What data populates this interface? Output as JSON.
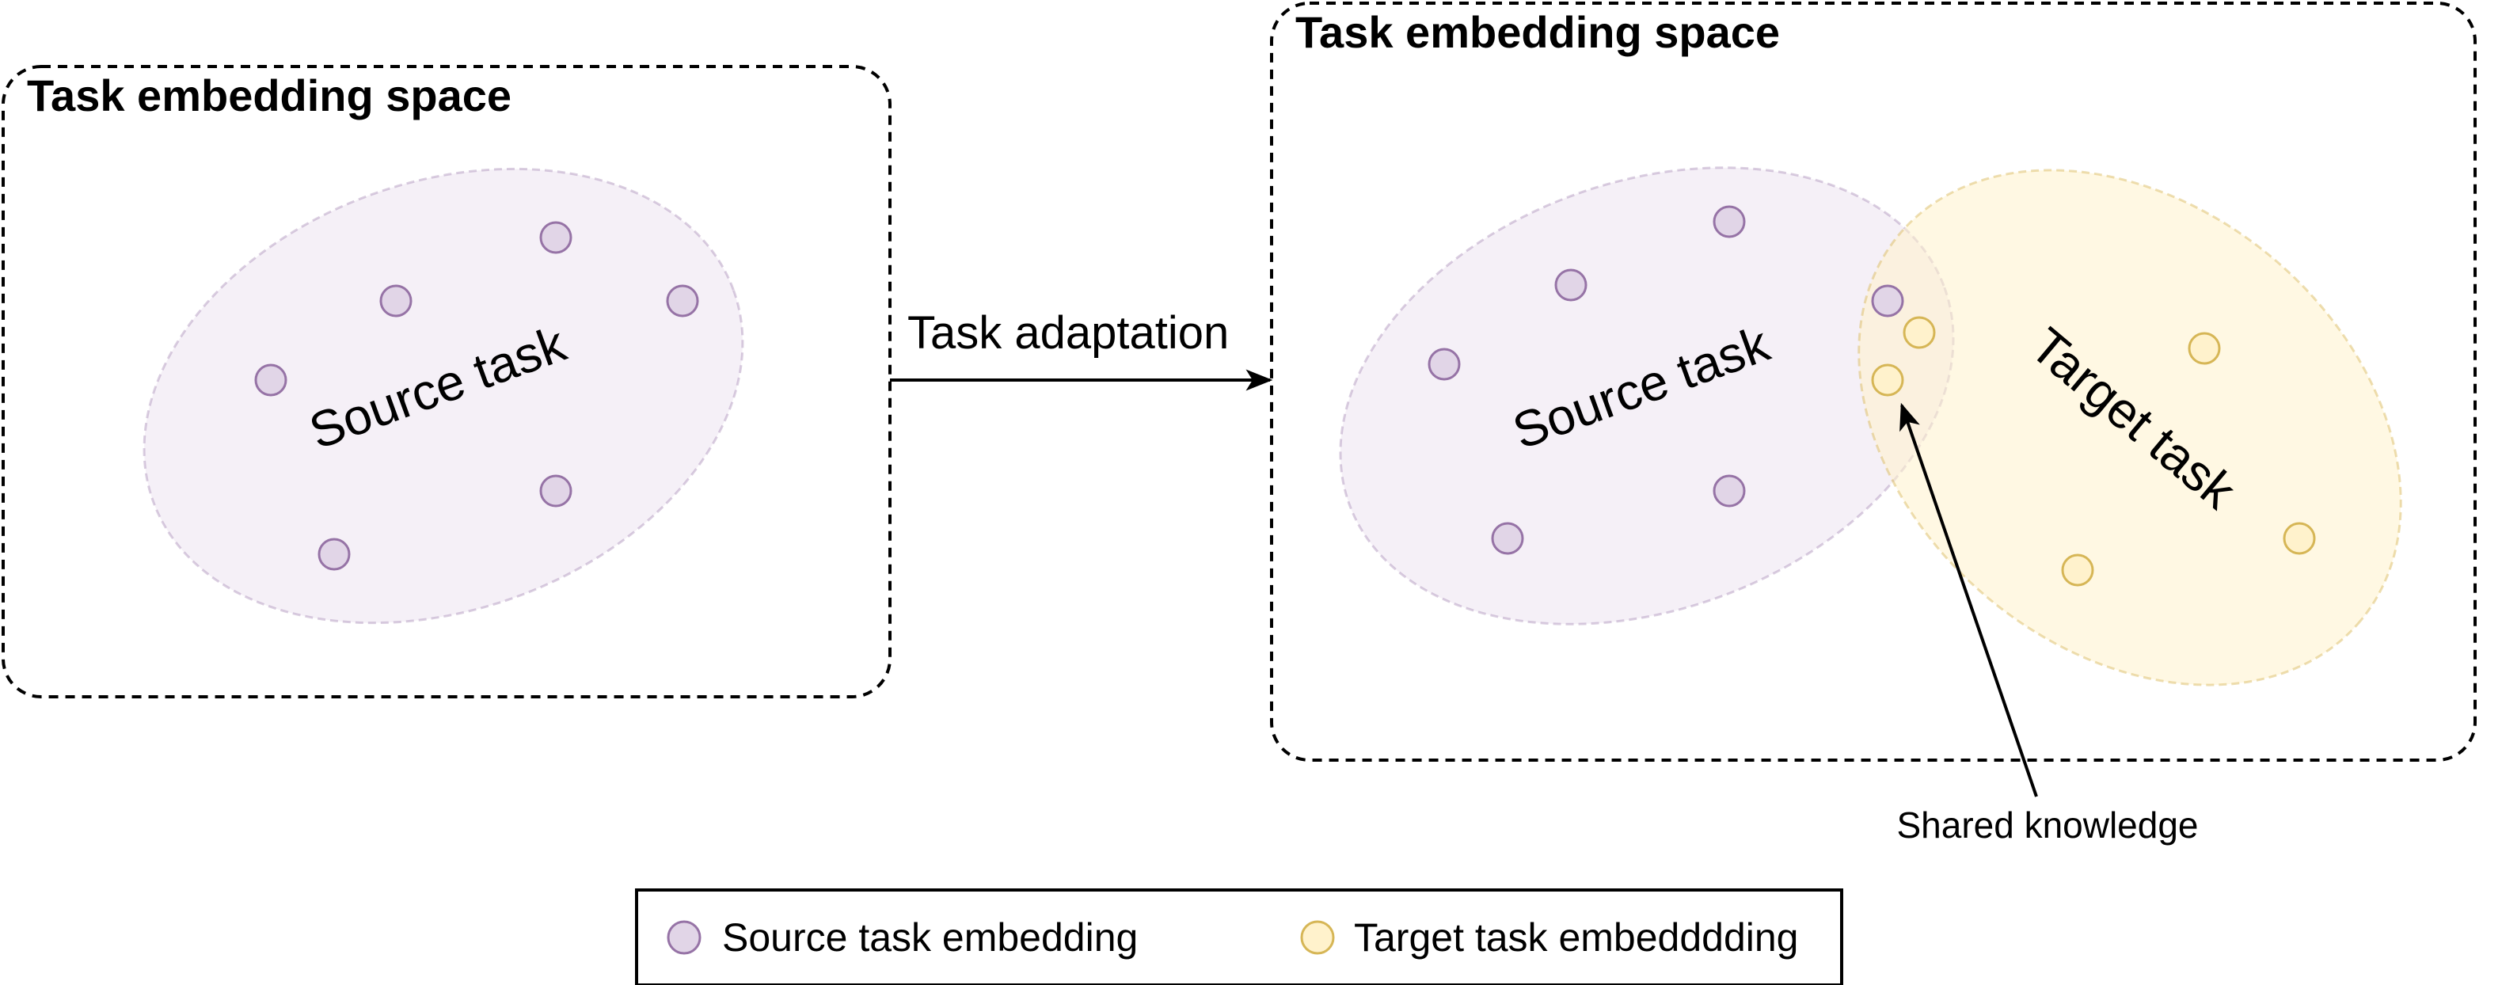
{
  "left_panel": {
    "title": "Task embedding space"
  },
  "right_panel": {
    "title": "Task embedding space"
  },
  "arrow": {
    "label": "Task adaptation"
  },
  "regions": {
    "source_left": "Source task",
    "source_right": "Source task",
    "target_right": "Target task"
  },
  "annotation": {
    "label": "Shared knowledge"
  },
  "legend": {
    "source_label": "Source task embedding",
    "target_label": "Target task embedddding"
  },
  "colors": {
    "source_fill": "#e1d5e7",
    "source_stroke": "#9673a6",
    "target_fill": "#fff2cc",
    "target_stroke": "#d6b656"
  }
}
